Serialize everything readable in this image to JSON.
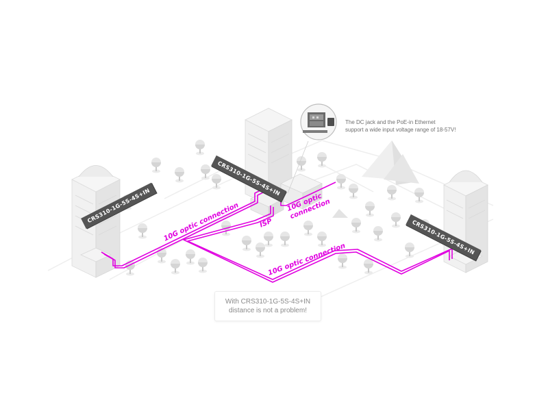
{
  "devices": {
    "left": "CRS310-1G-5S-4S+IN",
    "center": "CRS310-1G-5S-4S+IN",
    "right": "CRS310-1G-5S-4S+IN"
  },
  "links": {
    "left": "10G optic connection",
    "isp": "ISP",
    "right_line1": "10G optic",
    "right_line2": "connection",
    "bottom": "10G optic connection"
  },
  "note": {
    "line1": "The DC jack and the PoE-in Ethernet",
    "line2": "support a wide input voltage range of 18-57V!"
  },
  "callout": {
    "line1": "With CRS310-1G-5S-4S+IN",
    "line2": "distance is not a problem!"
  },
  "colors": {
    "fiber": "#e000e0",
    "label_bg": "#555555",
    "building": "#e9e9e9"
  },
  "icons": [
    "tree-icon",
    "building-icon",
    "mountain-icon",
    "ethernet-port-icon"
  ]
}
